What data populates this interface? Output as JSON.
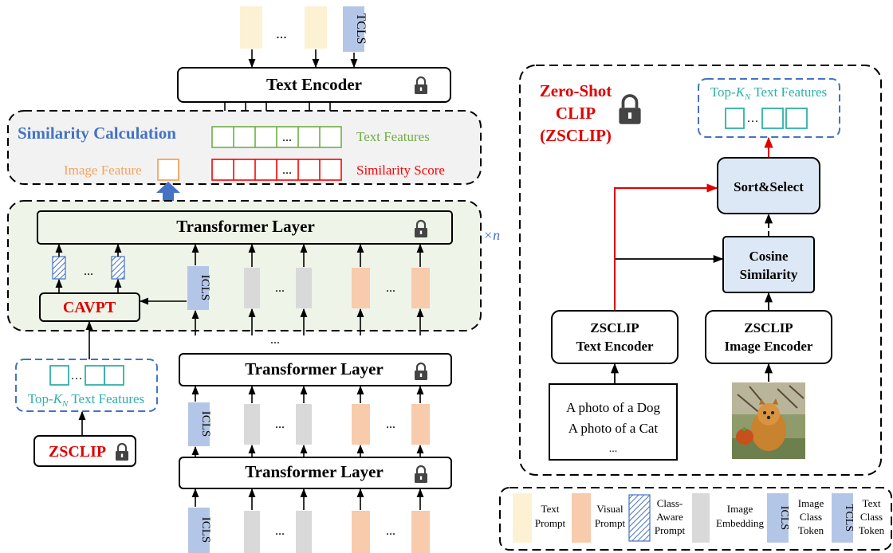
{
  "text_encoder": {
    "label": "Text Encoder"
  },
  "tcls_label": "TCLS",
  "icls_label": "ICLS",
  "ellipsis": "...",
  "ellipsis_tight": "···",
  "similarity": {
    "title": "Similarity Calculation",
    "text_features": "Text Features",
    "image_feature": "Image Feature",
    "similarity_score": "Similarity Score"
  },
  "transformer_layer": {
    "label": "Transformer Layer"
  },
  "repeat_label": "×n",
  "cavpt": {
    "label": "CAVPT"
  },
  "topk": {
    "prefix": "Top-",
    "k": "K",
    "sub": "N",
    "suffix": " Text Features"
  },
  "zsclip": {
    "label": "ZSCLIP"
  },
  "zero_shot": {
    "line1": "Zero-Shot",
    "line2": "CLIP",
    "line3": "(ZSCLIP)"
  },
  "sort_select": {
    "label": "Sort&Select"
  },
  "cosine": {
    "line1": "Cosine",
    "line2": "Similarity"
  },
  "zs_text_encoder": {
    "line1": "ZSCLIP",
    "line2": "Text Encoder"
  },
  "zs_image_encoder": {
    "line1": "ZSCLIP",
    "line2": "Image Encoder"
  },
  "prompts": {
    "line1": "A photo of a Dog",
    "line2": "A photo of a Cat",
    "line3": "..."
  },
  "legend": {
    "text_prompt": [
      "Text",
      "Prompt"
    ],
    "visual_prompt": [
      "Visual",
      "Prompt"
    ],
    "class_aware_prompt": [
      "Class-",
      "Aware",
      "Prompt"
    ],
    "image_embedding": [
      "Image",
      "Embedding"
    ],
    "image_class_token": [
      "Image",
      "Class",
      "Token"
    ],
    "text_class_token": [
      "Text",
      "Class",
      "Token"
    ]
  },
  "colors": {
    "text_prompt": "#fdf1d3",
    "visual_prompt": "#f7cbac",
    "image_embedding": "#d9d9d9",
    "class_token": "#b4c6e7",
    "text_features": "#70ad47",
    "similarity_score": "#ff0000",
    "image_feature": "#f4a460",
    "topk": "#2fb0a8",
    "title_blue": "#4472c4",
    "frozen_fill": "#f2f2f2",
    "layer_fill": "#eef4e8",
    "node_fill": "#dde8f6",
    "red": "#e00000"
  }
}
